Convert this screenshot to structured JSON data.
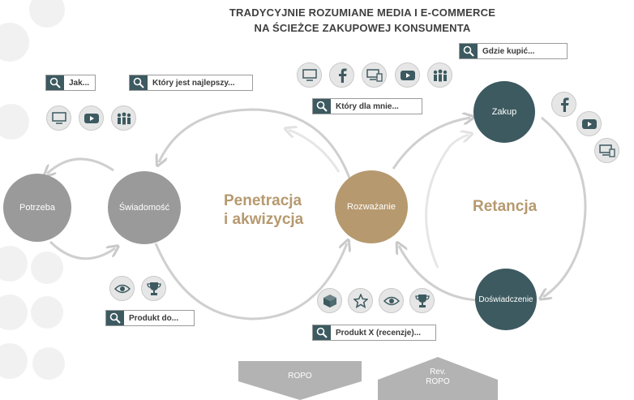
{
  "title": {
    "line1": "TRADYCYJNIE ROZUMIANE MEDIA I E-COMMERCE",
    "line2": "NA ŚCIEŻCE ZAKUPOWEJ KONSUMENTA"
  },
  "nodes": {
    "potrzeba": "Potrzeba",
    "swiadomosc": "Świadomość",
    "rozwazanie": "Rozważanie",
    "zakup": "Zakup",
    "doswiadczenie": "Doświadczenie"
  },
  "phases": {
    "penetracja_line1": "Penetracja",
    "penetracja_line2": "i akwizycja",
    "retencja": "Retancja"
  },
  "search_queries": {
    "jak": "Jak...",
    "najlepszy": "Który jest najlepszy...",
    "dla_mnie": "Który dla mnie...",
    "gdzie_kupic": "Gdzie kupić...",
    "produkt_do": "Produkt do...",
    "produkt_x": "Produkt X (recenzje)..."
  },
  "arrows": {
    "ropo": "ROPO",
    "rev_line1": "Rev.",
    "rev_line2": "ROPO"
  },
  "icons": {
    "awareness_channels": [
      "monitor-icon",
      "youtube-icon",
      "people-icon"
    ],
    "consideration_channels": [
      "monitor-icon",
      "facebook-icon",
      "devices-icon",
      "youtube-icon",
      "people-icon"
    ],
    "purchase_channels": [
      "facebook-icon",
      "youtube-icon",
      "devices-icon"
    ],
    "awareness_signals": [
      "eye-icon",
      "trophy-icon"
    ],
    "consideration_signals": [
      "box-icon",
      "star-icon",
      "eye-icon",
      "trophy-icon"
    ]
  },
  "colors": {
    "teal": "#3c5a60",
    "gold": "#b6996f",
    "grey": "#9a9a9b",
    "arrow": "#cfcfcf"
  }
}
